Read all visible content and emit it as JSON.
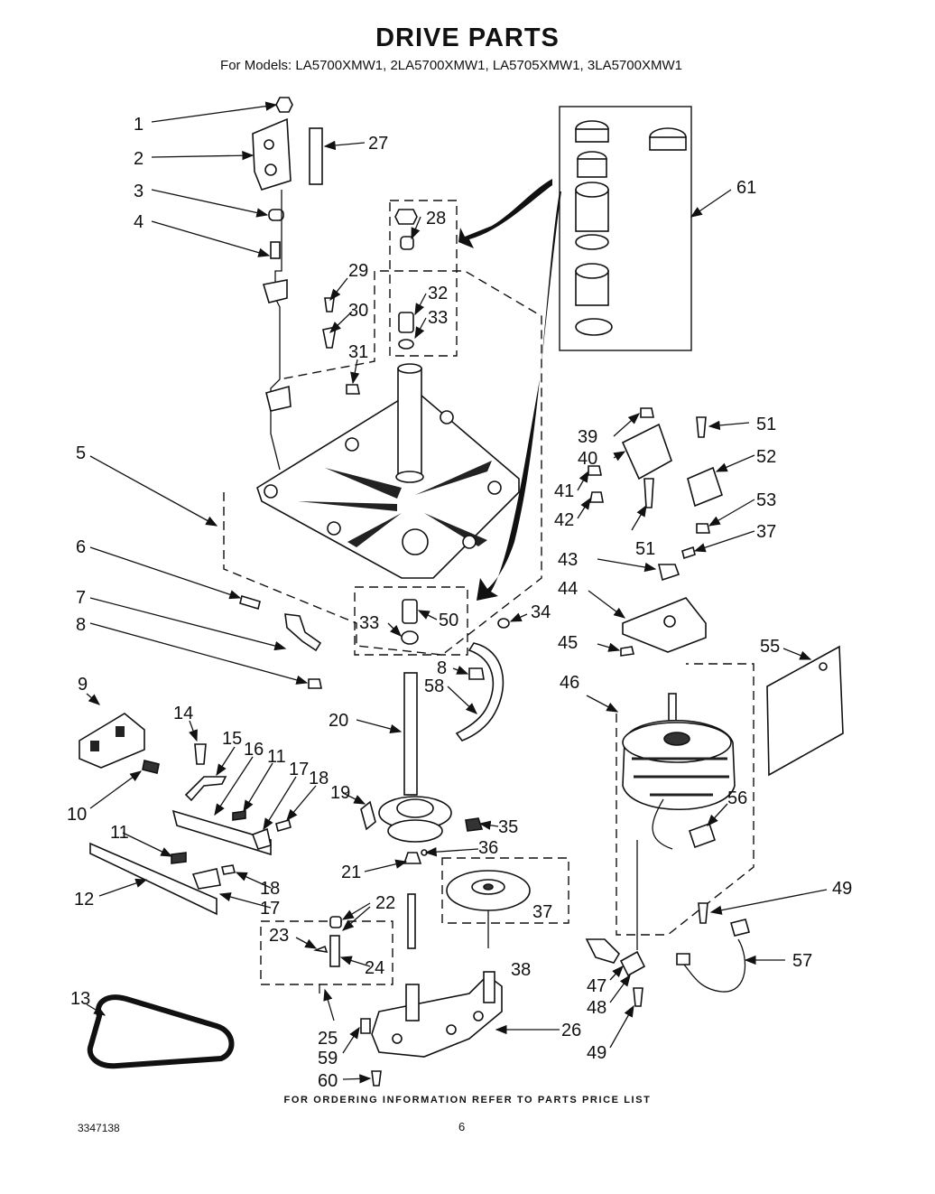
{
  "header": {
    "title": "DRIVE PARTS",
    "subtitle": "For Models: LA5700XMW1, 2LA5700XMW1, LA5705XMW1, 3LA5700XMW1"
  },
  "footer": {
    "ordering_note": "FOR ORDERING INFORMATION REFER TO PARTS PRICE LIST",
    "document_number": "3347138",
    "page_number": "6"
  },
  "callouts": [
    "1",
    "2",
    "3",
    "4",
    "5",
    "6",
    "7",
    "8",
    "9",
    "10",
    "11",
    "12",
    "13",
    "14",
    "15",
    "16",
    "17",
    "18",
    "19",
    "20",
    "21",
    "22",
    "23",
    "24",
    "25",
    "26",
    "27",
    "28",
    "29",
    "30",
    "31",
    "32",
    "33",
    "34",
    "35",
    "36",
    "37",
    "38",
    "39",
    "40",
    "41",
    "42",
    "43",
    "44",
    "45",
    "46",
    "47",
    "48",
    "49",
    "50",
    "51",
    "52",
    "53",
    "55",
    "56",
    "57",
    "58",
    "59",
    "60",
    "61"
  ]
}
